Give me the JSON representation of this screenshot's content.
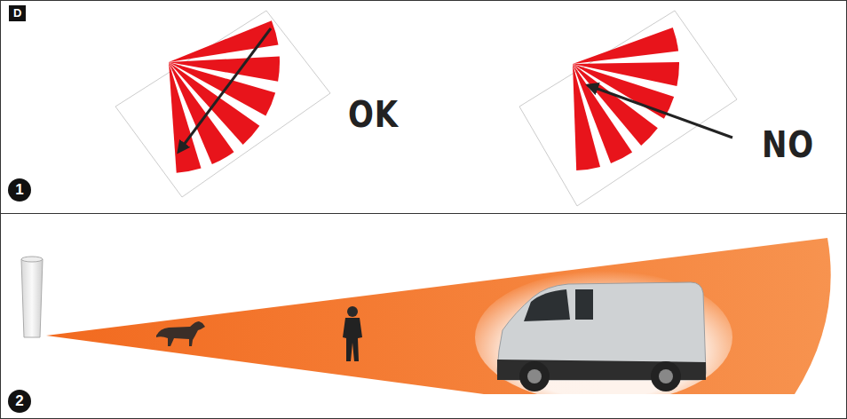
{
  "diagram": {
    "labels": [
      "D",
      "OK",
      "NO",
      "1",
      "2"
    ]
  }
}
